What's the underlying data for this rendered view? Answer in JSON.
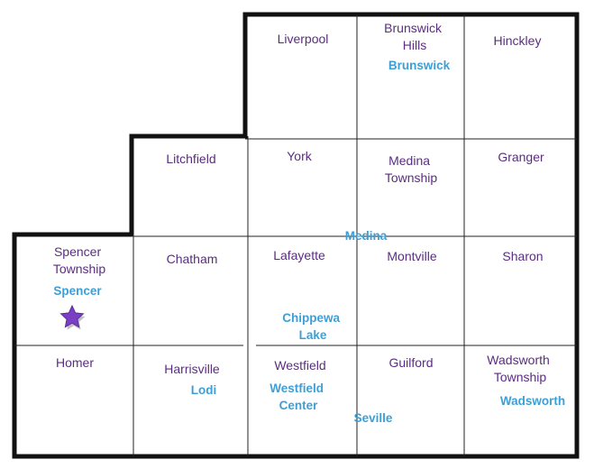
{
  "townships": {
    "liverpool": "Liverpool",
    "brunswick_hills": [
      "Brunswick",
      "Hills"
    ],
    "hinckley": "Hinckley",
    "litchfield": "Litchfield",
    "york": "York",
    "medina_township": [
      "Medina",
      "Township"
    ],
    "granger": "Granger",
    "spencer_township": [
      "Spencer",
      "Township"
    ],
    "chatham": "Chatham",
    "lafayette": "Lafayette",
    "montville": "Montville",
    "sharon": "Sharon",
    "homer": "Homer",
    "harrisville": "Harrisville",
    "westfield": "Westfield",
    "guilford": "Guilford",
    "wadsworth_township": [
      "Wadsworth",
      "Township"
    ]
  },
  "cities": {
    "brunswick": "Brunswick",
    "medina": "Medina",
    "spencer": "Spencer",
    "chippewa_lake": [
      "Chippewa",
      "Lake"
    ],
    "lodi": "Lodi",
    "westfield_center": [
      "Westfield",
      "Center"
    ],
    "seville": "Seville",
    "wadsworth": "Wadsworth"
  },
  "colors": {
    "township_text": "#5a2d82",
    "city_text": "#3d9fd6",
    "star_fill": "#7b3fc4",
    "border": "#111111"
  },
  "icons": {
    "marker": "star-icon"
  }
}
